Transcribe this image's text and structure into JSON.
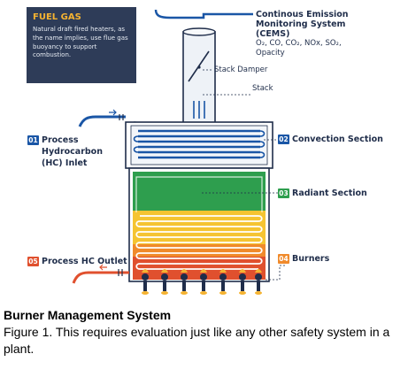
{
  "fuel_gas": {
    "title": "FUEL GAS",
    "body": "Natural draft fired heaters, as the name implies, use flue gas buoyancy to support combustion."
  },
  "labels": {
    "cems_line1": "Continous Emission",
    "cems_line2": "Monitoring System",
    "cems_line3": "(CEMS)",
    "cems_species": "O₂, CO, CO₂, NOx, SO₂,",
    "cems_opacity": "Opacity",
    "stack_damper": "Stack Damper",
    "stack": "Stack",
    "process_hc_inlet_num": "01",
    "process_hc_inlet_line1": "Process",
    "process_hc_inlet_line2": "Hydrocarbon",
    "process_hc_inlet_line3": "(HC) Inlet",
    "convection_num": "02",
    "convection": "Convection Section",
    "radiant_num": "03",
    "radiant": "Radiant Section",
    "burners_num": "04",
    "burners": "Burners",
    "outlet_num": "05",
    "outlet": "Process HC Outlet"
  },
  "colors": {
    "navy": "#1f2d4a",
    "convection_blue": "#1a56a6",
    "radiant_green": "#2e9e4e",
    "hot_yellow": "#f5c431",
    "hot_orange": "#f08a2b",
    "hot_red": "#e0502e",
    "marker_blue": "#1a56a6",
    "marker_green": "#2e9e4e",
    "marker_orange": "#f08a2b",
    "marker_red": "#e0502e"
  },
  "caption": {
    "title": "Burner Management System",
    "body": "Figure 1. This requires evaluation just like any other safety system in a plant."
  }
}
